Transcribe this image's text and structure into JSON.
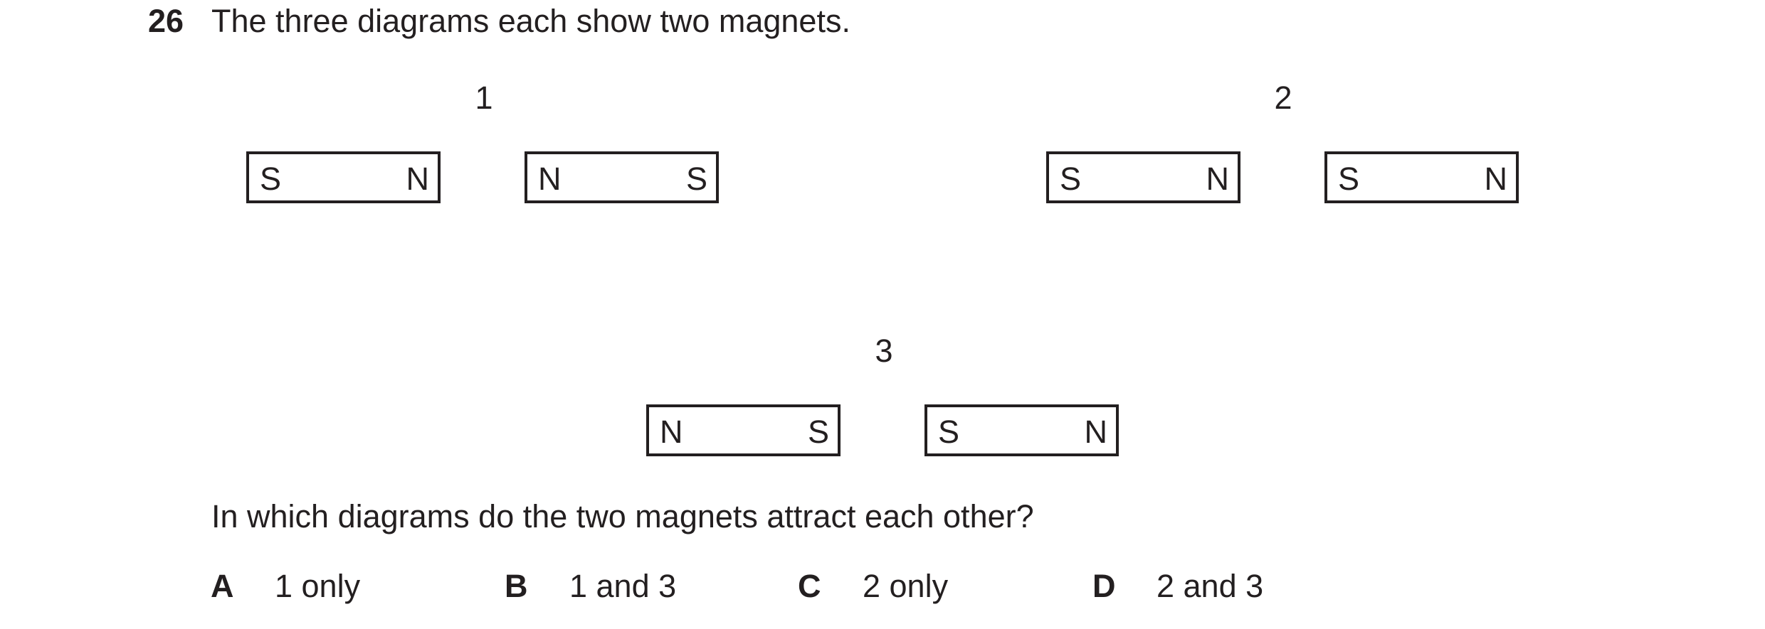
{
  "question": {
    "number": "26",
    "text": "The three diagrams each show two magnets."
  },
  "diagrams": [
    {
      "label": "1",
      "magnets": [
        {
          "left_pole": "S",
          "right_pole": "N"
        },
        {
          "left_pole": "N",
          "right_pole": "S"
        }
      ]
    },
    {
      "label": "2",
      "magnets": [
        {
          "left_pole": "S",
          "right_pole": "N"
        },
        {
          "left_pole": "S",
          "right_pole": "N"
        }
      ]
    },
    {
      "label": "3",
      "magnets": [
        {
          "left_pole": "N",
          "right_pole": "S"
        },
        {
          "left_pole": "S",
          "right_pole": "N"
        }
      ]
    }
  ],
  "prompt": "In which diagrams do the two magnets attract each other?",
  "options": [
    {
      "letter": "A",
      "text": "1 only"
    },
    {
      "letter": "B",
      "text": "1 and 3"
    },
    {
      "letter": "C",
      "text": "2 only"
    },
    {
      "letter": "D",
      "text": "2 and 3"
    }
  ]
}
